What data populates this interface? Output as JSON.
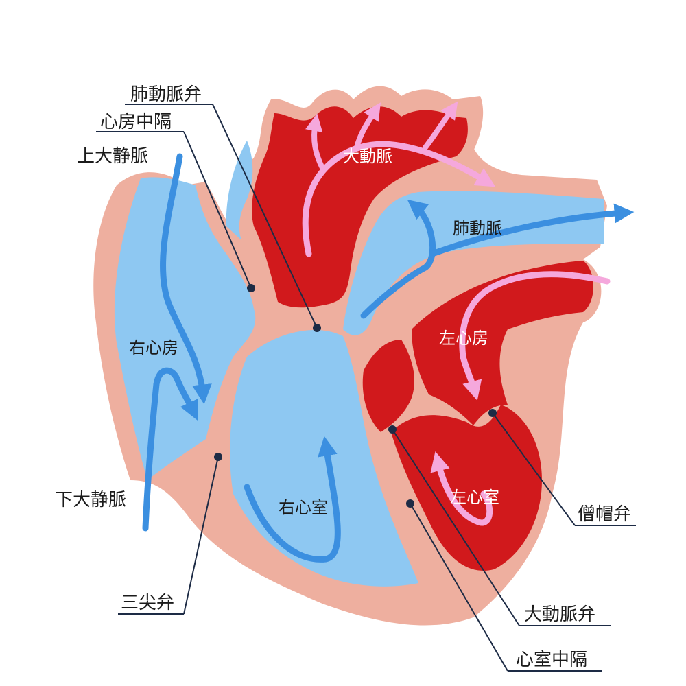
{
  "labels": {
    "pulmonary_valve": "肺動脈弁",
    "atrial_septum": "心房中隔",
    "superior_vena_cava": "上大静脈",
    "aorta": "大動脈",
    "pulmonary_artery": "肺動脈",
    "right_atrium": "右心房",
    "left_atrium": "左心房",
    "left_ventricle": "左心室",
    "right_ventricle": "右心室",
    "inferior_vena_cava": "下大静脈",
    "mitral_valve": "僧帽弁",
    "tricuspid_valve": "三尖弁",
    "aortic_valve": "大動脈弁",
    "ventricular_septum": "心室中隔"
  },
  "colors": {
    "tissue": "#eeaf9f",
    "venous_blood": "#8ec8f2",
    "arterial_blood": "#d1191c",
    "venous_arrow": "#3b8fe0",
    "arterial_arrow": "#f5a8dc",
    "leader_line": "#1d2b45"
  },
  "icons": {
    "venous_flow": "blue-flow-arrow",
    "arterial_flow": "pink-flow-arrow"
  }
}
